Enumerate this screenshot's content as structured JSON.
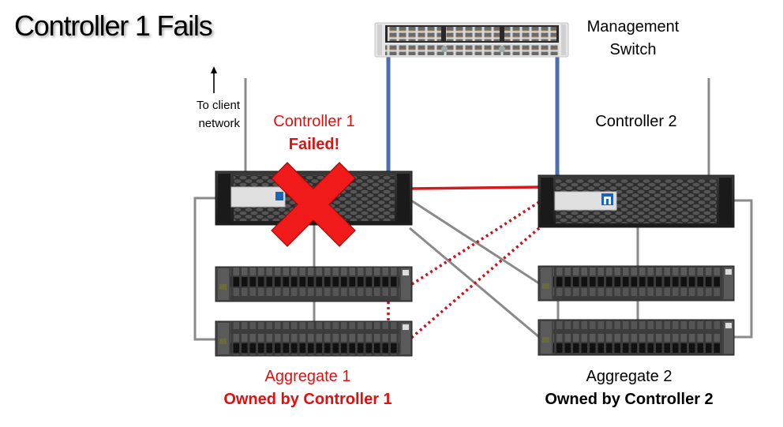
{
  "title": "Controller 1 Fails",
  "colors": {
    "failed_red": "#e01010",
    "cable_gray": "#8a8a8a",
    "mgmt_cable_blue": "#4a6fb0",
    "ha_red": "#d41a1a",
    "takeover_dotted_red": "#c8141e",
    "x_mark_red": "#f01a1a"
  },
  "management_switch": {
    "label_line1": "Management",
    "label_line2": "Switch",
    "icon": "network-switch-icon"
  },
  "client_network": {
    "label_line1": "To client",
    "label_line2": "network",
    "icon": "arrow-up-icon"
  },
  "controller1": {
    "label": "Controller 1",
    "status": "Failed!",
    "icon": "storage-controller-icon",
    "failure_icon": "x-mark-icon"
  },
  "controller2": {
    "label": "Controller 2",
    "icon": "storage-controller-icon"
  },
  "aggregate1": {
    "label": "Aggregate 1",
    "owner": "Owned by Controller 1",
    "shelves": 2
  },
  "aggregate2": {
    "label": "Aggregate 2",
    "owner": "Owned by Controller 2",
    "shelves": 2
  },
  "connections": [
    {
      "from": "controller1",
      "to": "management_switch",
      "style": "solid-blue"
    },
    {
      "from": "controller2",
      "to": "management_switch",
      "style": "solid-blue"
    },
    {
      "from": "controller1",
      "to": "controller2",
      "style": "solid-red"
    },
    {
      "from": "controller1",
      "to": "aggregate2",
      "style": "solid-gray"
    },
    {
      "from": "controller2",
      "to": "aggregate1",
      "style": "dotted-red"
    },
    {
      "from": "controller1",
      "to": "aggregate1",
      "style": "solid-gray"
    },
    {
      "from": "controller2",
      "to": "aggregate2",
      "style": "solid-gray"
    }
  ]
}
